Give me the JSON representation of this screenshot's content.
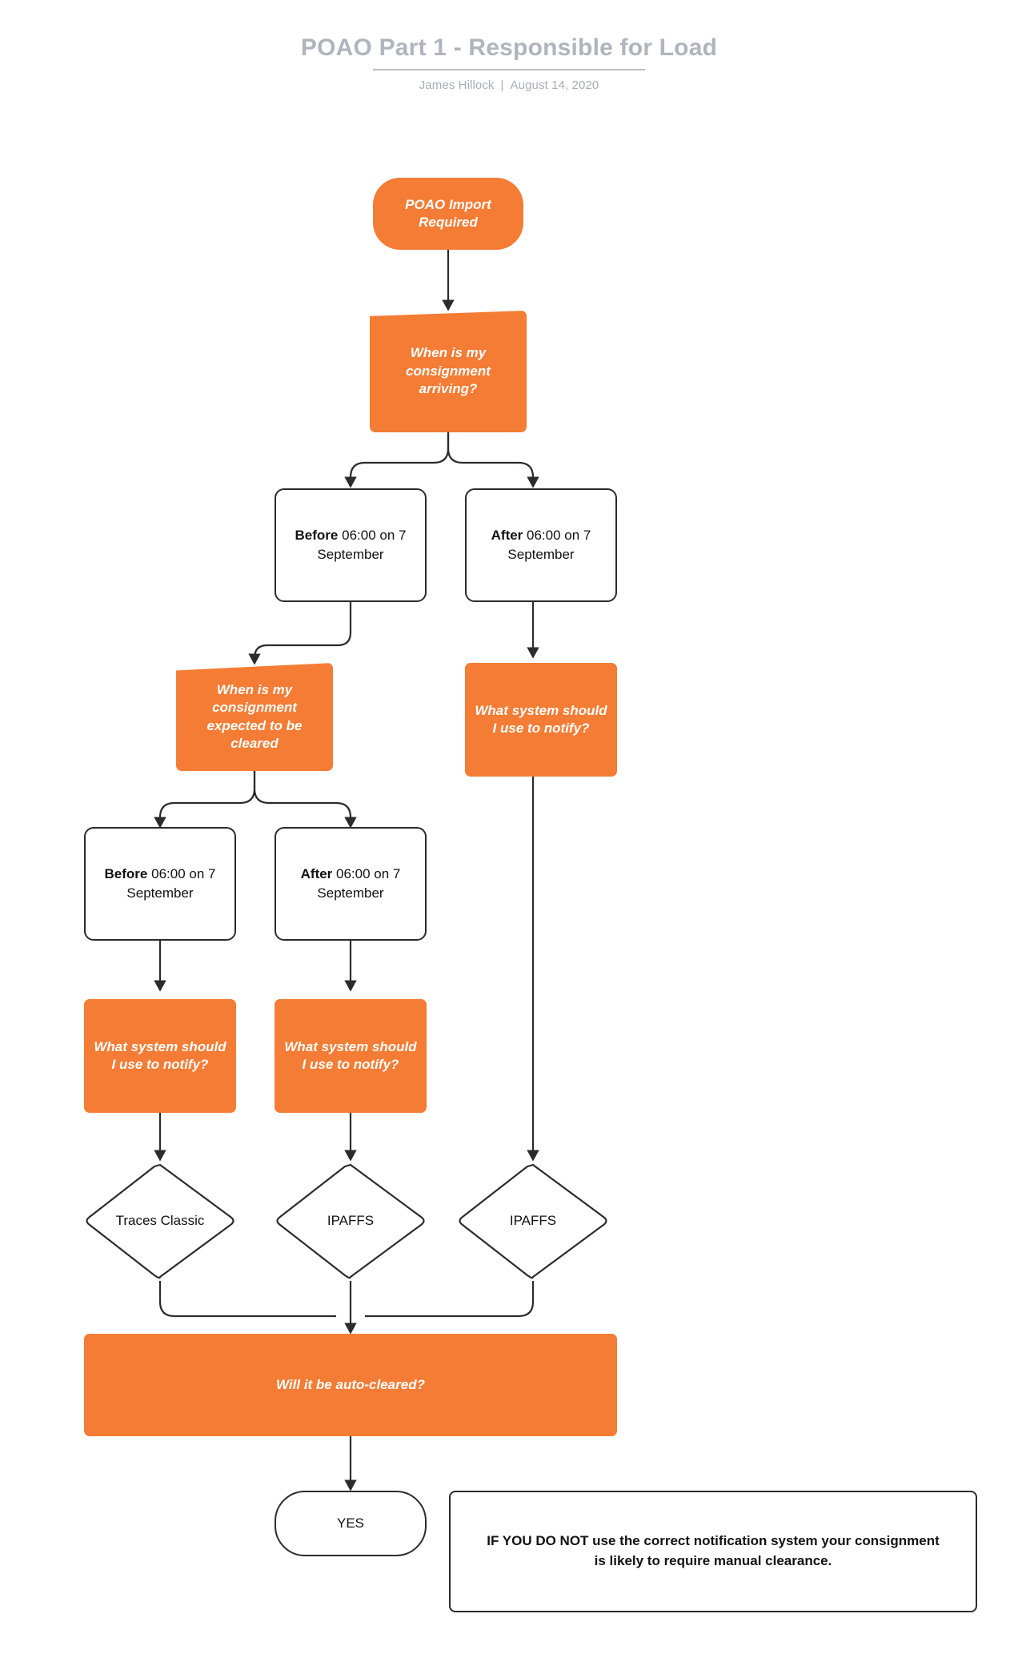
{
  "header": {
    "title": "POAO Part 1 - Responsible for Load",
    "author": "James Hillock",
    "separator": "|",
    "date": "August 14, 2020"
  },
  "theme": {
    "orange": "#F47C35",
    "outline": "#2b2b2b",
    "title_gray": "#b0b4bd",
    "background": "#ffffff"
  },
  "nodes": {
    "start": {
      "label": "POAO Import Required",
      "shape": "rounded-pill",
      "fill": "orange"
    },
    "q_arriving": {
      "label": "When is my consignment arriving?",
      "shape": "skewed-rect",
      "fill": "orange"
    },
    "arrive_before": {
      "bold": "Before",
      "rest": " 06:00 on 7 September",
      "shape": "rounded-rect",
      "fill": "white"
    },
    "arrive_after": {
      "bold": "After",
      "rest": " 06:00 on 7 September",
      "shape": "rounded-rect",
      "fill": "white"
    },
    "q_cleared": {
      "label": "When is my consignment expected to be cleared",
      "shape": "skewed-rect",
      "fill": "orange"
    },
    "q_system_right": {
      "label": "What system should I use to notify?",
      "shape": "rounded-rect",
      "fill": "orange"
    },
    "clear_before": {
      "bold": "Before",
      "rest": " 06:00 on 7 September",
      "shape": "rounded-rect",
      "fill": "white"
    },
    "clear_after": {
      "bold": "After",
      "rest": " 06:00 on 7 September",
      "shape": "rounded-rect",
      "fill": "white"
    },
    "q_system_left": {
      "label": "What system should I use to notify?",
      "shape": "rounded-rect",
      "fill": "orange"
    },
    "q_system_mid": {
      "label": "What system should I use to notify?",
      "shape": "rounded-rect",
      "fill": "orange"
    },
    "result_traces": {
      "label": "Traces Classic",
      "shape": "diamond",
      "fill": "white"
    },
    "result_ipaffs_mid": {
      "label": "IPAFFS",
      "shape": "diamond",
      "fill": "white"
    },
    "result_ipaffs_right": {
      "label": "IPAFFS",
      "shape": "diamond",
      "fill": "white"
    },
    "q_autocleared": {
      "label": "Will it be auto-cleared?",
      "shape": "rounded-rect",
      "fill": "orange"
    },
    "answer_yes": {
      "label": "YES",
      "shape": "pill",
      "fill": "white"
    },
    "warning": {
      "label": "IF YOU DO NOT use the correct notification system your consignment is likely to require manual clearance.",
      "shape": "rounded-rect",
      "fill": "white"
    }
  }
}
